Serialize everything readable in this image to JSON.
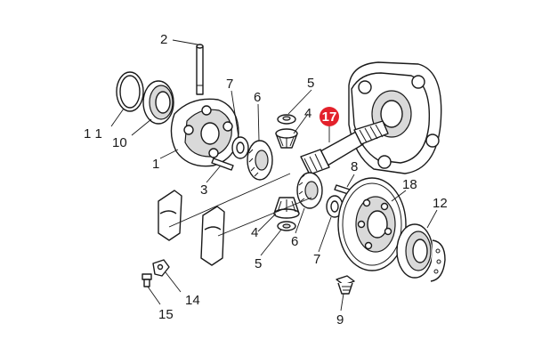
{
  "diagram": {
    "highlight_color": "#e3212b",
    "highlighted_part": "17",
    "callouts": {
      "c2": "2",
      "c5a": "5",
      "c7a": "7",
      "c6a": "6",
      "c4a": "4",
      "c17": "17",
      "c11": "1 1",
      "c10": "10",
      "c1": "1",
      "c3": "3",
      "c8": "8",
      "c18": "18",
      "c12": "12",
      "c4b": "4",
      "c6b": "6",
      "c7b": "7",
      "c5b": "5",
      "c14": "14",
      "c15": "15",
      "c9": "9"
    }
  }
}
